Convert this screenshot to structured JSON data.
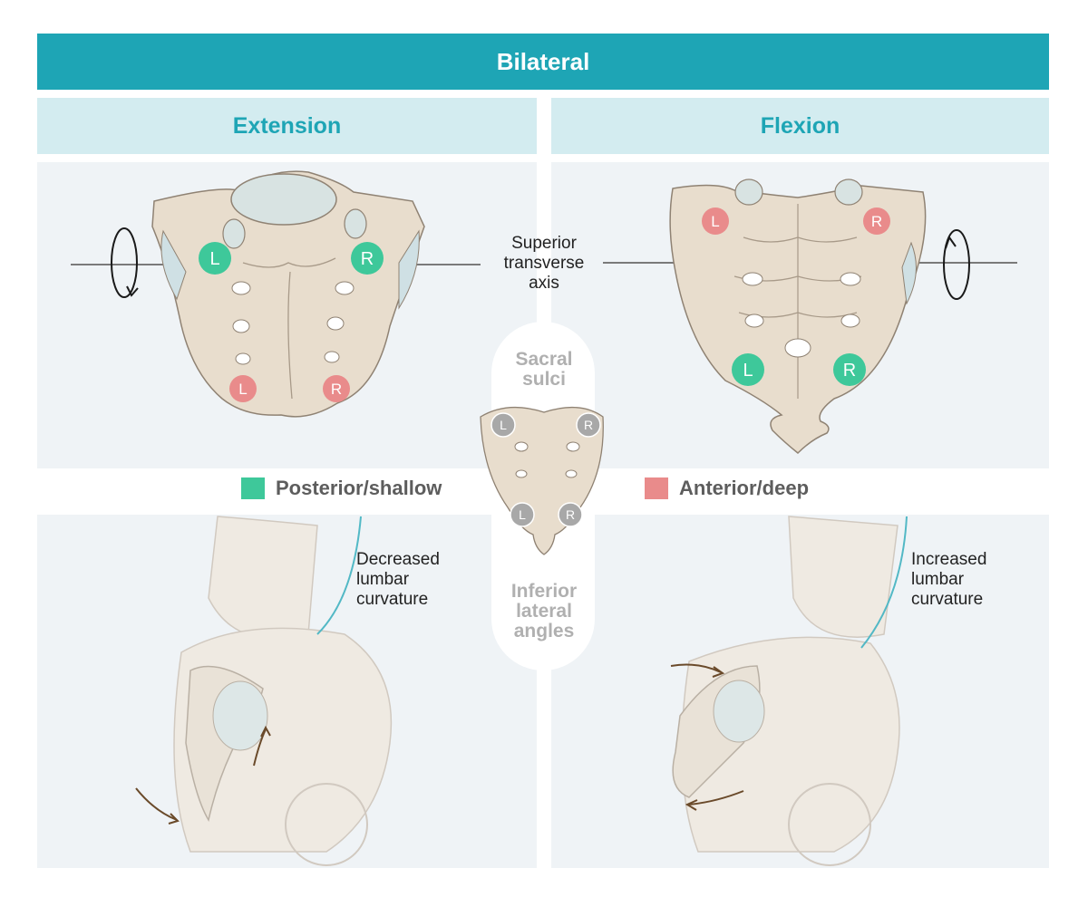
{
  "header": {
    "title": "Bilateral"
  },
  "columns": {
    "left": "Extension",
    "right": "Flexion"
  },
  "axis_label": [
    "Superior",
    "transverse",
    "axis"
  ],
  "center": {
    "top_label": [
      "Sacral",
      "sulci"
    ],
    "bottom_label": [
      "Inferior",
      "lateral",
      "angles"
    ]
  },
  "legend": {
    "posterior": {
      "label": "Posterior/shallow",
      "color": "#3ec89a"
    },
    "anterior": {
      "label": "Anterior/deep",
      "color": "#e98b8b"
    }
  },
  "markers": {
    "left": "L",
    "right": "R"
  },
  "curvature": {
    "left": [
      "Decreased",
      "lumbar",
      "curvature"
    ],
    "right": [
      "Increased",
      "lumbar",
      "curvature"
    ]
  },
  "colors": {
    "teal": "#1ea5b5",
    "bone": "#e8ddcd",
    "bone_stroke": "#8f8273",
    "panel": "#eff3f6"
  }
}
